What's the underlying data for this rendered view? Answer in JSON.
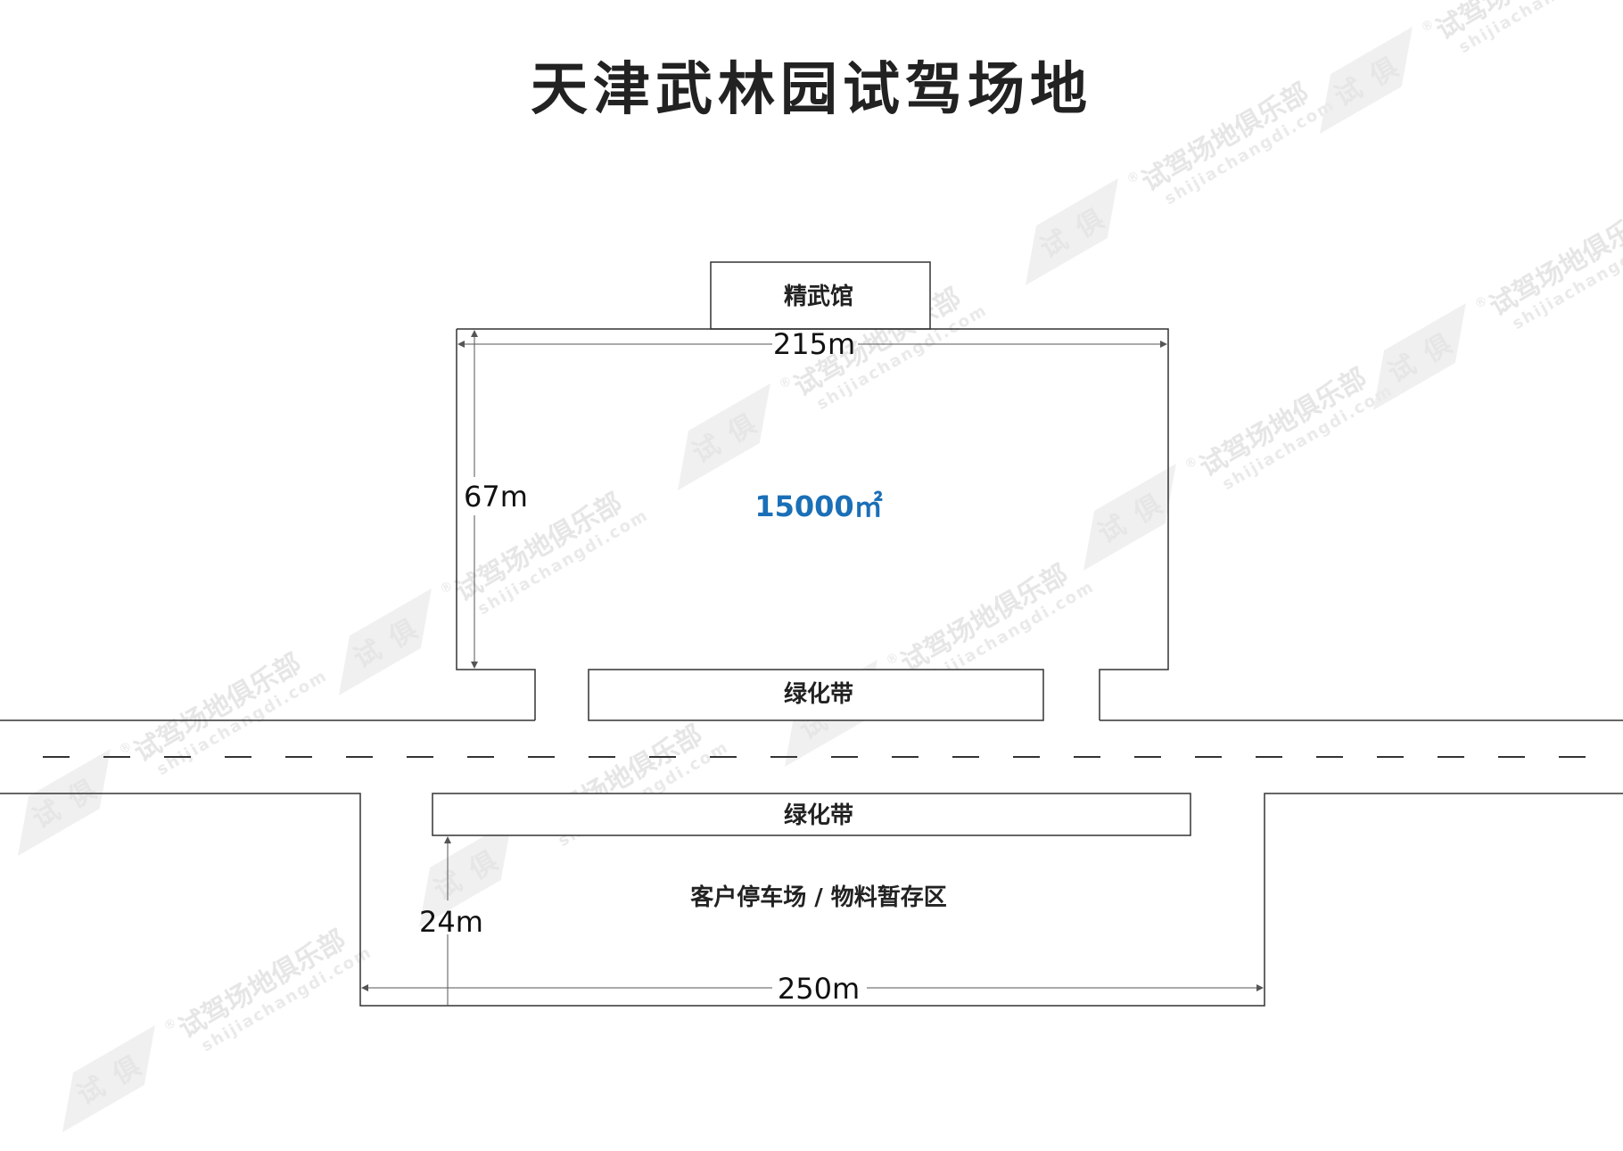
{
  "title": "天津武林园试驾场地",
  "buildings": {
    "hall": "精武馆",
    "green_belt_top": "绿化带",
    "green_belt_bottom": "绿化带",
    "parking": "客户停车场 / 物料暂存区"
  },
  "dimensions": {
    "main_width": "215m",
    "main_height": "67m",
    "parking_height": "24m",
    "parking_width": "250m"
  },
  "area": {
    "value": "15000㎡",
    "color": "#1a6fb7"
  },
  "watermark": {
    "text": "试驾场地俱乐部",
    "url": "shijiachangdi.com",
    "mark": "®",
    "logo": [
      "试",
      "俱"
    ]
  },
  "colors": {
    "line": "#333333",
    "dim_line": "#555555",
    "watermark": "#e6e6e6"
  }
}
